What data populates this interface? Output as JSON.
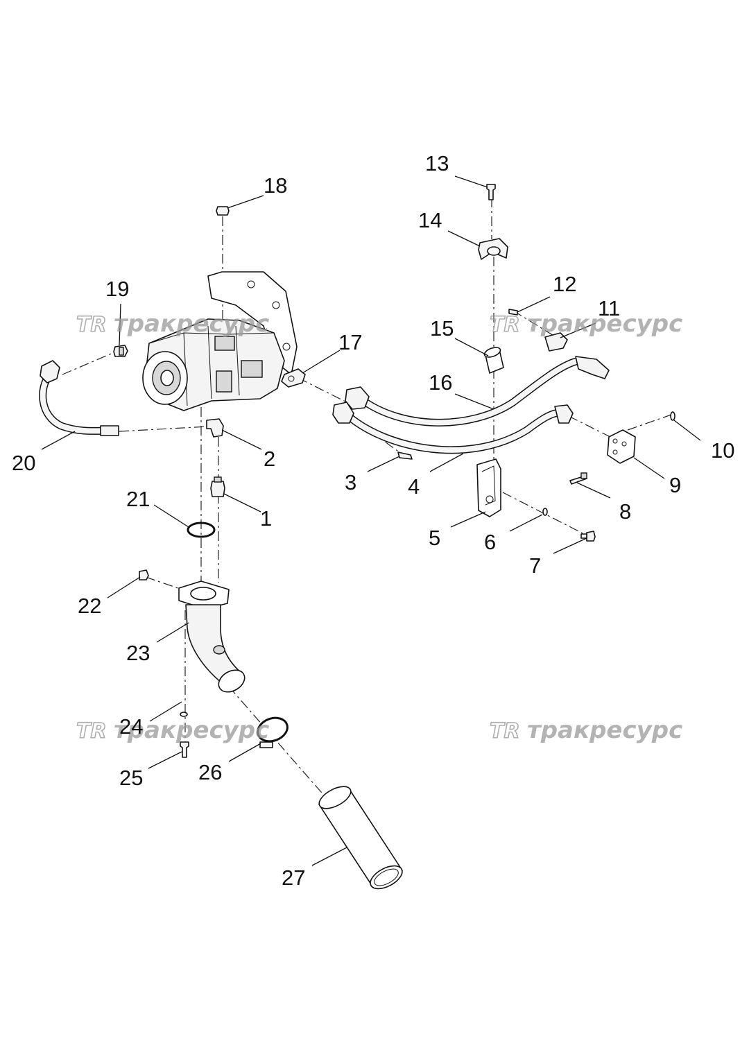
{
  "callouts": [
    {
      "id": "1",
      "label": "1"
    },
    {
      "id": "2",
      "label": "2"
    },
    {
      "id": "3",
      "label": "3"
    },
    {
      "id": "4",
      "label": "4"
    },
    {
      "id": "5",
      "label": "5"
    },
    {
      "id": "6",
      "label": "6"
    },
    {
      "id": "7",
      "label": "7"
    },
    {
      "id": "8",
      "label": "8"
    },
    {
      "id": "9",
      "label": "9"
    },
    {
      "id": "10",
      "label": "10"
    },
    {
      "id": "11",
      "label": "11"
    },
    {
      "id": "12",
      "label": "12"
    },
    {
      "id": "13",
      "label": "13"
    },
    {
      "id": "14",
      "label": "14"
    },
    {
      "id": "15",
      "label": "15"
    },
    {
      "id": "16",
      "label": "16"
    },
    {
      "id": "17",
      "label": "17"
    },
    {
      "id": "18",
      "label": "18"
    },
    {
      "id": "19",
      "label": "19"
    },
    {
      "id": "20",
      "label": "20"
    },
    {
      "id": "21",
      "label": "21"
    },
    {
      "id": "22",
      "label": "22"
    },
    {
      "id": "23",
      "label": "23"
    },
    {
      "id": "24",
      "label": "24"
    },
    {
      "id": "25",
      "label": "25"
    },
    {
      "id": "26",
      "label": "26"
    },
    {
      "id": "27",
      "label": "27"
    }
  ],
  "watermark": {
    "logo": "TR",
    "text": "тракресурс"
  },
  "colors": {
    "line": "#111111",
    "watermark": "#9a9a9a",
    "background": "#ffffff"
  }
}
